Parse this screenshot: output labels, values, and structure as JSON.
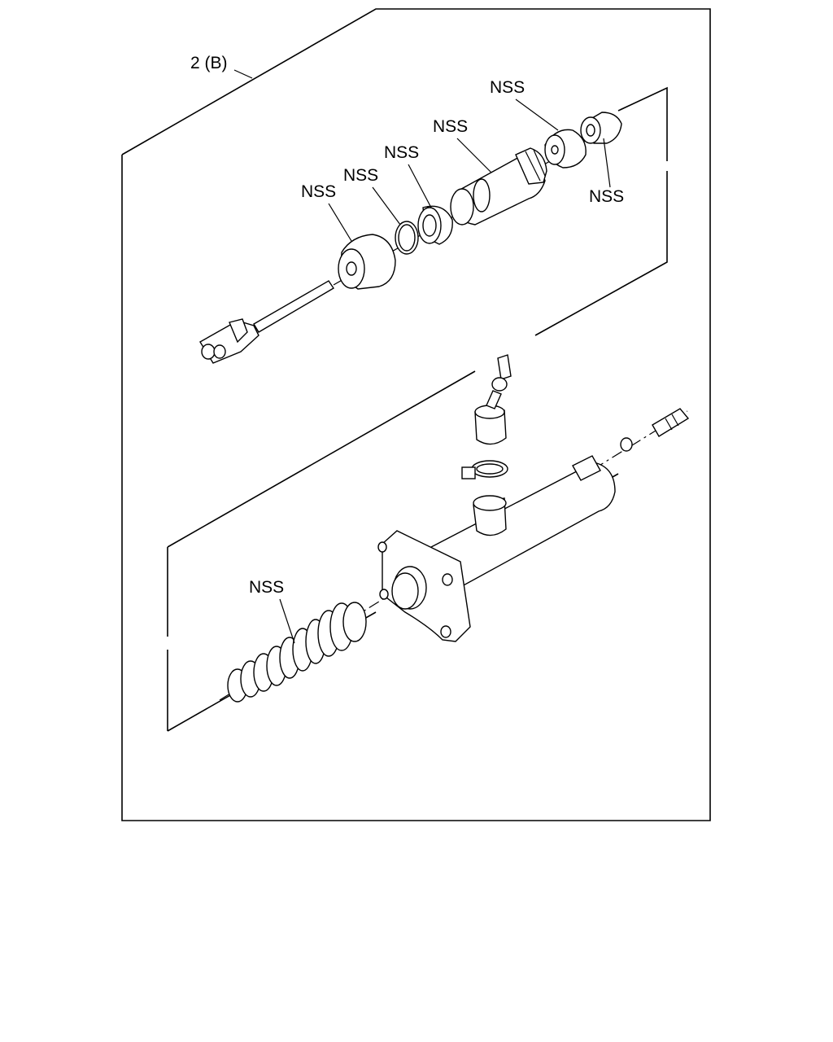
{
  "diagram": {
    "assembly_label": "2 (B)",
    "callouts": [
      {
        "id": "boot",
        "text": "NSS"
      },
      {
        "id": "snap-ring",
        "text": "NSS"
      },
      {
        "id": "seal-ring",
        "text": "NSS"
      },
      {
        "id": "piston",
        "text": "NSS"
      },
      {
        "id": "cup",
        "text": "NSS"
      },
      {
        "id": "end-cap",
        "text": "NSS"
      },
      {
        "id": "spring",
        "text": "NSS"
      }
    ]
  }
}
